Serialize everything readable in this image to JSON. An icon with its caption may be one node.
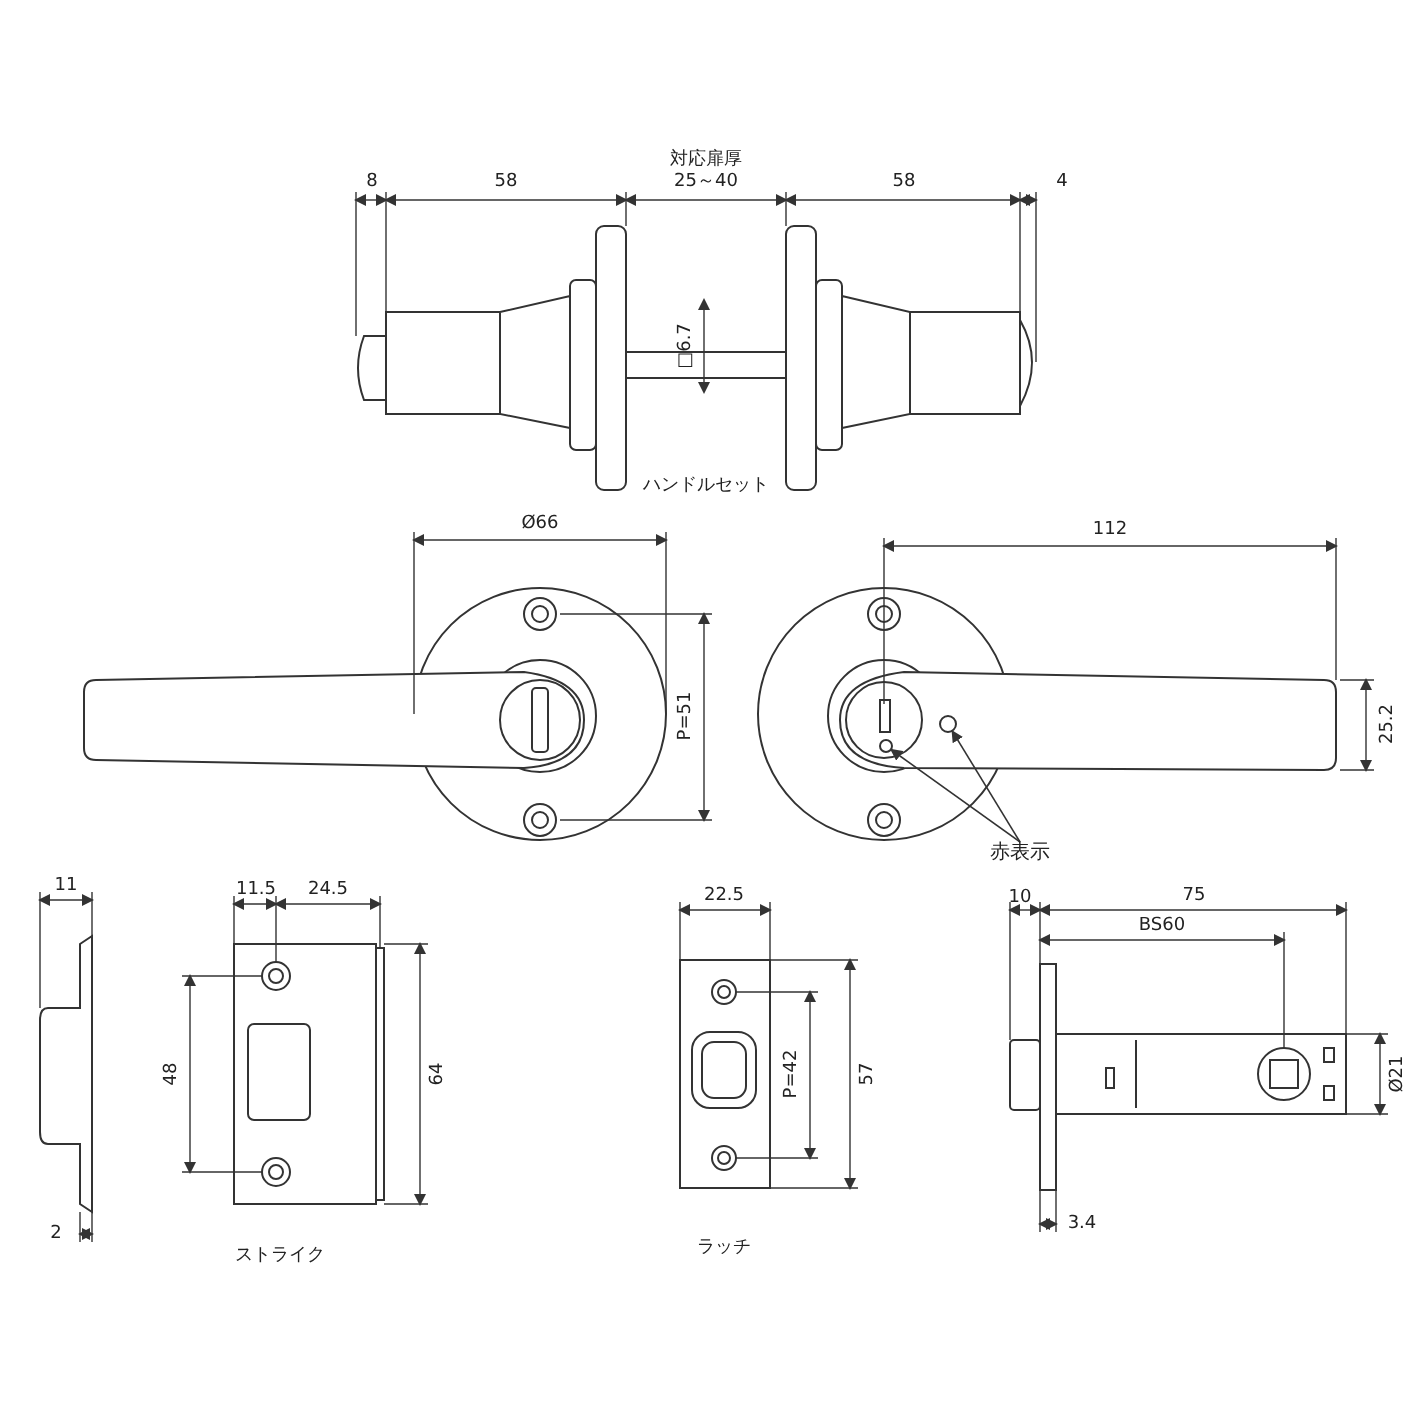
{
  "diagram": {
    "nodes": [
      {
        "text": [
          "赤表示"
        ]
      },
      {
        "text": [],
        "shape": "circle"
      },
      {
        "text": [],
        "shape": "circle"
      }
    ],
    "edges": [
      {
        "from": 0,
        "to": 1,
        "arrow": "to"
      },
      {
        "from": 0,
        "to": 2,
        "arrow": "to"
      }
    ],
    "labels": [
      "対応扉厚",
      "8",
      "58",
      "25～40",
      "58",
      "4",
      "□6.7",
      "ハンドルセット",
      "Ø66",
      "112",
      "P=51",
      "25.2",
      "11",
      "11.5",
      "24.5",
      "22.5",
      "10",
      "75",
      "BS60",
      "48",
      "64",
      "P=42",
      "57",
      "Ø21",
      "2",
      "3.4",
      "ストライク",
      "ラッチ"
    ]
  }
}
